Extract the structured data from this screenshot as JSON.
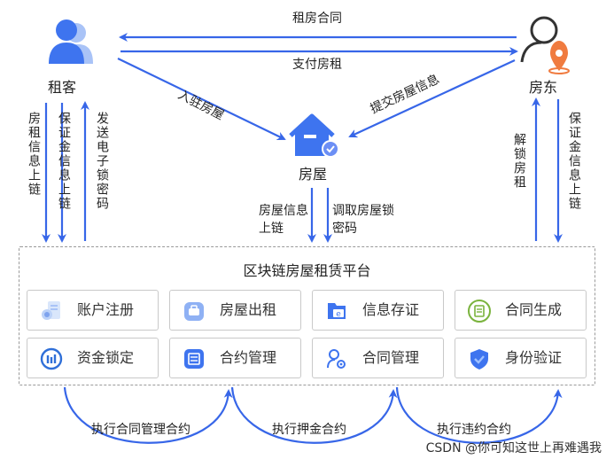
{
  "nodes": {
    "tenant": "租客",
    "landlord": "房东",
    "house": "房屋"
  },
  "edges": {
    "rent_contract": "租房合同",
    "pay_rent": "支付房租",
    "move_in": "入驻房屋",
    "submit_house_info": "提交房屋信息",
    "rent_info_on_chain": "房租信息上链",
    "deposit_info_on_chain_tenant": "保证金信息上链",
    "send_e_lock_password": "发送电子锁密码",
    "house_info_on_chain": "房屋信息上链",
    "get_lock_password": "调取房屋锁密码",
    "unlock_house": "解锁房租",
    "deposit_info_on_chain_landlord": "保证金信息上链"
  },
  "platform": {
    "title": "区块链房屋租赁平台",
    "modules": [
      {
        "label": "账户注册",
        "icon": "account-register-icon"
      },
      {
        "label": "房屋出租",
        "icon": "house-rent-icon"
      },
      {
        "label": "信息存证",
        "icon": "info-evidence-icon"
      },
      {
        "label": "合同生成",
        "icon": "contract-generate-icon"
      },
      {
        "label": "资金锁定",
        "icon": "fund-lock-icon"
      },
      {
        "label": "合约管理",
        "icon": "contract-manage-icon"
      },
      {
        "label": "合同管理",
        "icon": "contract-admin-icon"
      },
      {
        "label": "身份验证",
        "icon": "identity-verify-icon"
      }
    ]
  },
  "loops": {
    "execute_contract_management": "执行合同管理合约",
    "execute_deposit": "执行押金合约",
    "execute_breach": "执行违约合约"
  },
  "watermark": "CSDN @你可知这世上再难遇我",
  "colors": {
    "arrow": "#3766e8",
    "primary_icon": "#4a7cf2",
    "landlord_orange": "#f07b3f"
  }
}
